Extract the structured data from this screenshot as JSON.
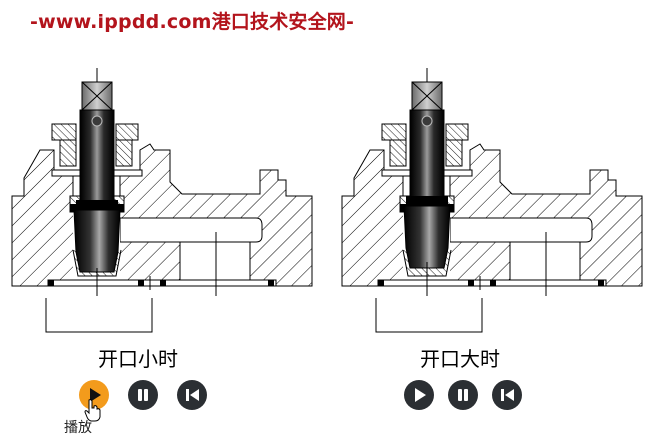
{
  "banner": {
    "text": "-www.ippdd.com港口技术安全网-"
  },
  "panels": [
    {
      "caption": "开口小时",
      "opening": "small"
    },
    {
      "caption": "开口大时",
      "opening": "large"
    }
  ],
  "controls": [
    {
      "play": "play",
      "pause": "pause",
      "restart": "restart",
      "play_active": true
    },
    {
      "play": "play",
      "pause": "pause",
      "restart": "restart",
      "play_active": false
    }
  ],
  "hover_tooltip": "播放",
  "colors": {
    "banner": "#b3141c",
    "active_play": "#f39b1c",
    "button": "#2b2f33",
    "hatch": "#000000"
  }
}
